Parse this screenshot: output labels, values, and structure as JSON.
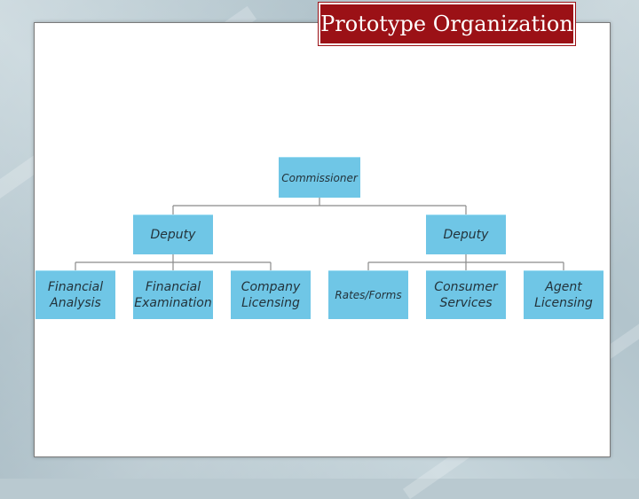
{
  "slide": {
    "title": "Prototype Organization"
  },
  "org_chart": {
    "root": "Commissioner",
    "deputy_left": "Deputy",
    "deputy_right": "Deputy",
    "units": [
      {
        "label_line1": "Financial",
        "label_line2": "Analysis"
      },
      {
        "label_line1": "Financial",
        "label_line2": "Examination"
      },
      {
        "label_line1": "Company",
        "label_line2": "Licensing"
      },
      {
        "label_line1": "Rates/Forms",
        "label_line2": ""
      },
      {
        "label_line1": "Consumer",
        "label_line2": "Services"
      },
      {
        "label_line1": "Agent",
        "label_line2": "Licensing"
      }
    ]
  },
  "colors": {
    "node_fill": "#6fc6e6",
    "title_fill": "#9b1116",
    "connector": "#8a8a8a"
  }
}
